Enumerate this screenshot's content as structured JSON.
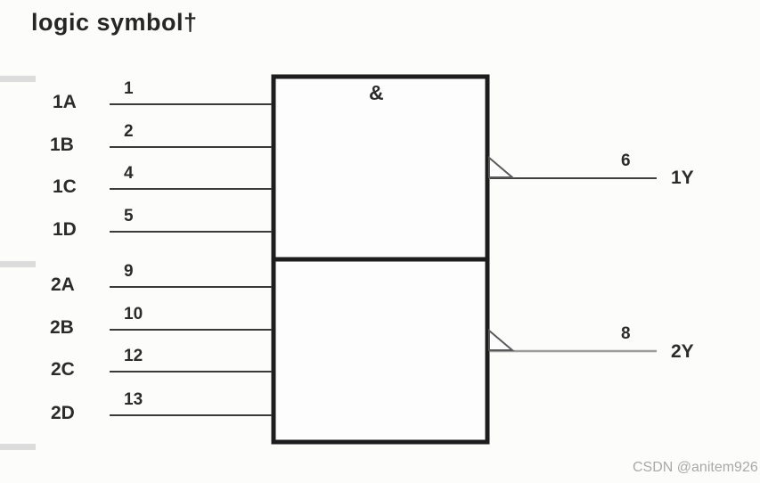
{
  "title": "logic symbol†",
  "watermark": "CSDN @anitem926",
  "gate": {
    "function_label": "&",
    "inputs": [
      {
        "label": "1A",
        "pin": "1"
      },
      {
        "label": "1B",
        "pin": "2"
      },
      {
        "label": "1C",
        "pin": "4"
      },
      {
        "label": "1D",
        "pin": "5"
      },
      {
        "label": "2A",
        "pin": "9"
      },
      {
        "label": "2B",
        "pin": "10"
      },
      {
        "label": "2C",
        "pin": "12"
      },
      {
        "label": "2D",
        "pin": "13"
      }
    ],
    "outputs": [
      {
        "label": "1Y",
        "pin": "6"
      },
      {
        "label": "2Y",
        "pin": "8"
      }
    ]
  },
  "colors": {
    "box_border": "#1d1d1d",
    "input_line": "#3a3a3a",
    "output_line_1": "#3f3f3f",
    "output_line_2": "#9b9b9b",
    "text": "#2b2b2b",
    "watermark": "#a9a9a9",
    "edge_dash": "#dcdcdc",
    "background": "#fcfcfa"
  }
}
